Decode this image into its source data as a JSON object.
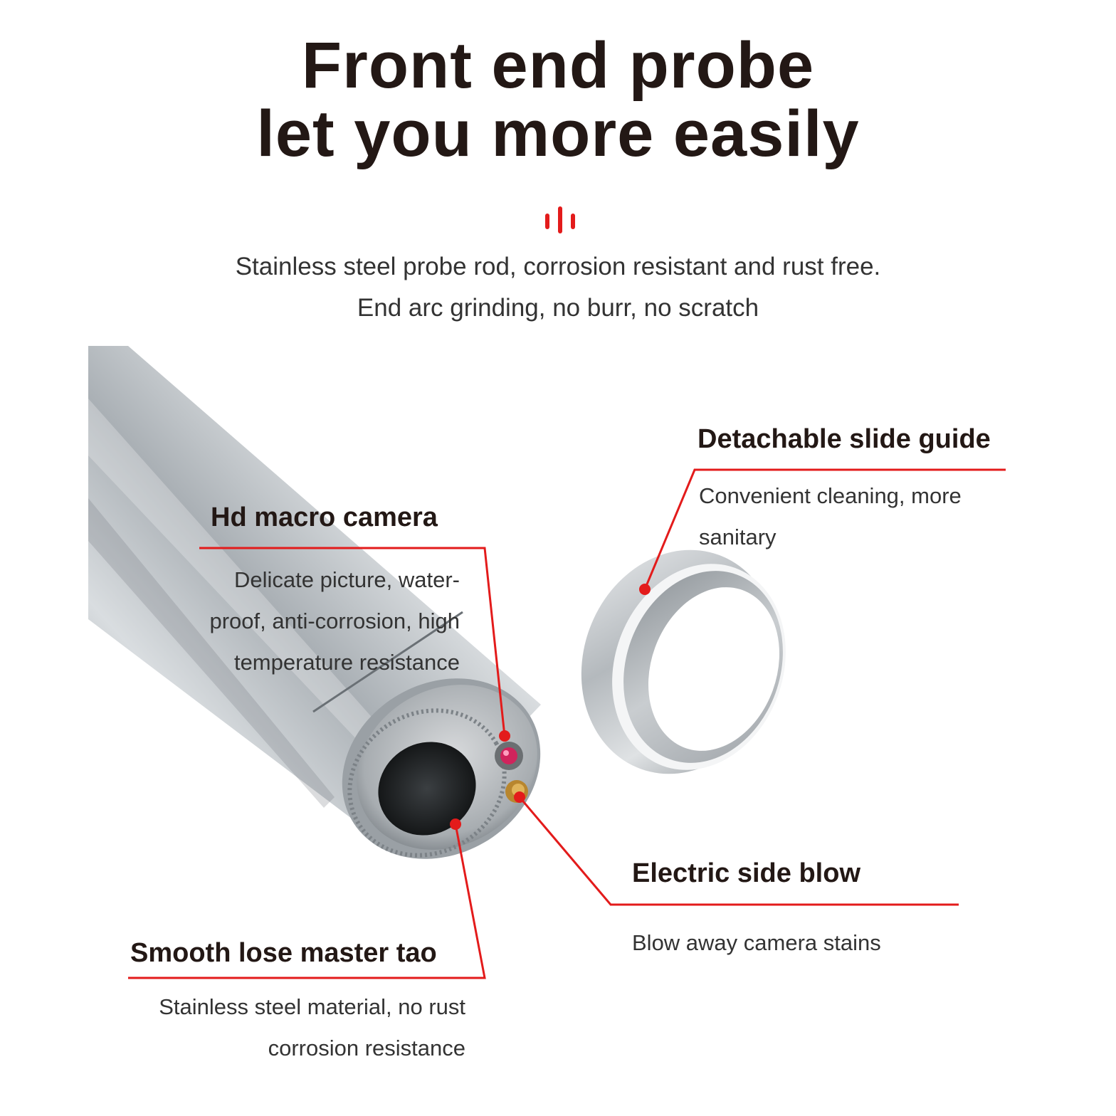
{
  "header": {
    "title_line1": "Front end probe",
    "title_line2": "let you more easily",
    "desc_line1": "Stainless steel probe rod, corrosion resistant and rust free.",
    "desc_line2": "End arc grinding, no burr, no scratch"
  },
  "callouts": {
    "slide_guide": {
      "title": "Detachable slide guide",
      "desc_line1": "Convenient cleaning, more",
      "desc_line2": "sanitary"
    },
    "camera": {
      "title": "Hd macro camera",
      "desc_line1": "Delicate picture, water-",
      "desc_line2": "proof, anti-corrosion, high",
      "desc_line3": "temperature resistance"
    },
    "side_blow": {
      "title": "Electric side blow",
      "desc_line1": "Blow away camera stains"
    },
    "master_tao": {
      "title": "Smooth lose master tao",
      "desc_line1": "Stainless steel material, no rust",
      "desc_line2": "corrosion resistance"
    }
  },
  "colors": {
    "accent": "#e31b1b",
    "text": "#231815",
    "steel": "#b9bec3"
  },
  "icons": {
    "header_mark": "sound-bars-icon"
  }
}
